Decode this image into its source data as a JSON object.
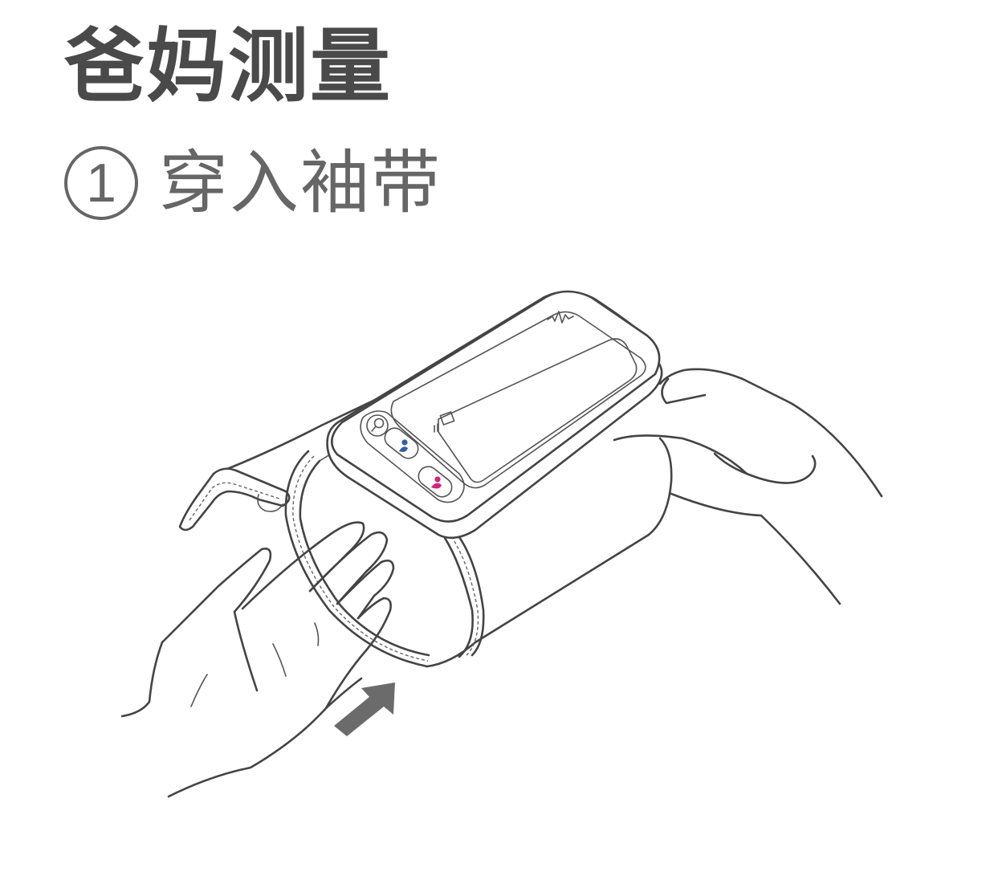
{
  "title": "爸妈测量",
  "step": {
    "number": "1",
    "label": "穿入袖带"
  },
  "colors": {
    "title_text": "#4a4a4a",
    "step_text": "#666666",
    "line_art": "#444444",
    "arrow": "#6b6b6b",
    "father_button_icon": "#2f5fa6",
    "mother_button_icon": "#d4237a"
  },
  "device_buttons": [
    {
      "icon": "search-icon"
    },
    {
      "icon": "father-user-icon"
    },
    {
      "icon": "mother-user-icon"
    }
  ]
}
